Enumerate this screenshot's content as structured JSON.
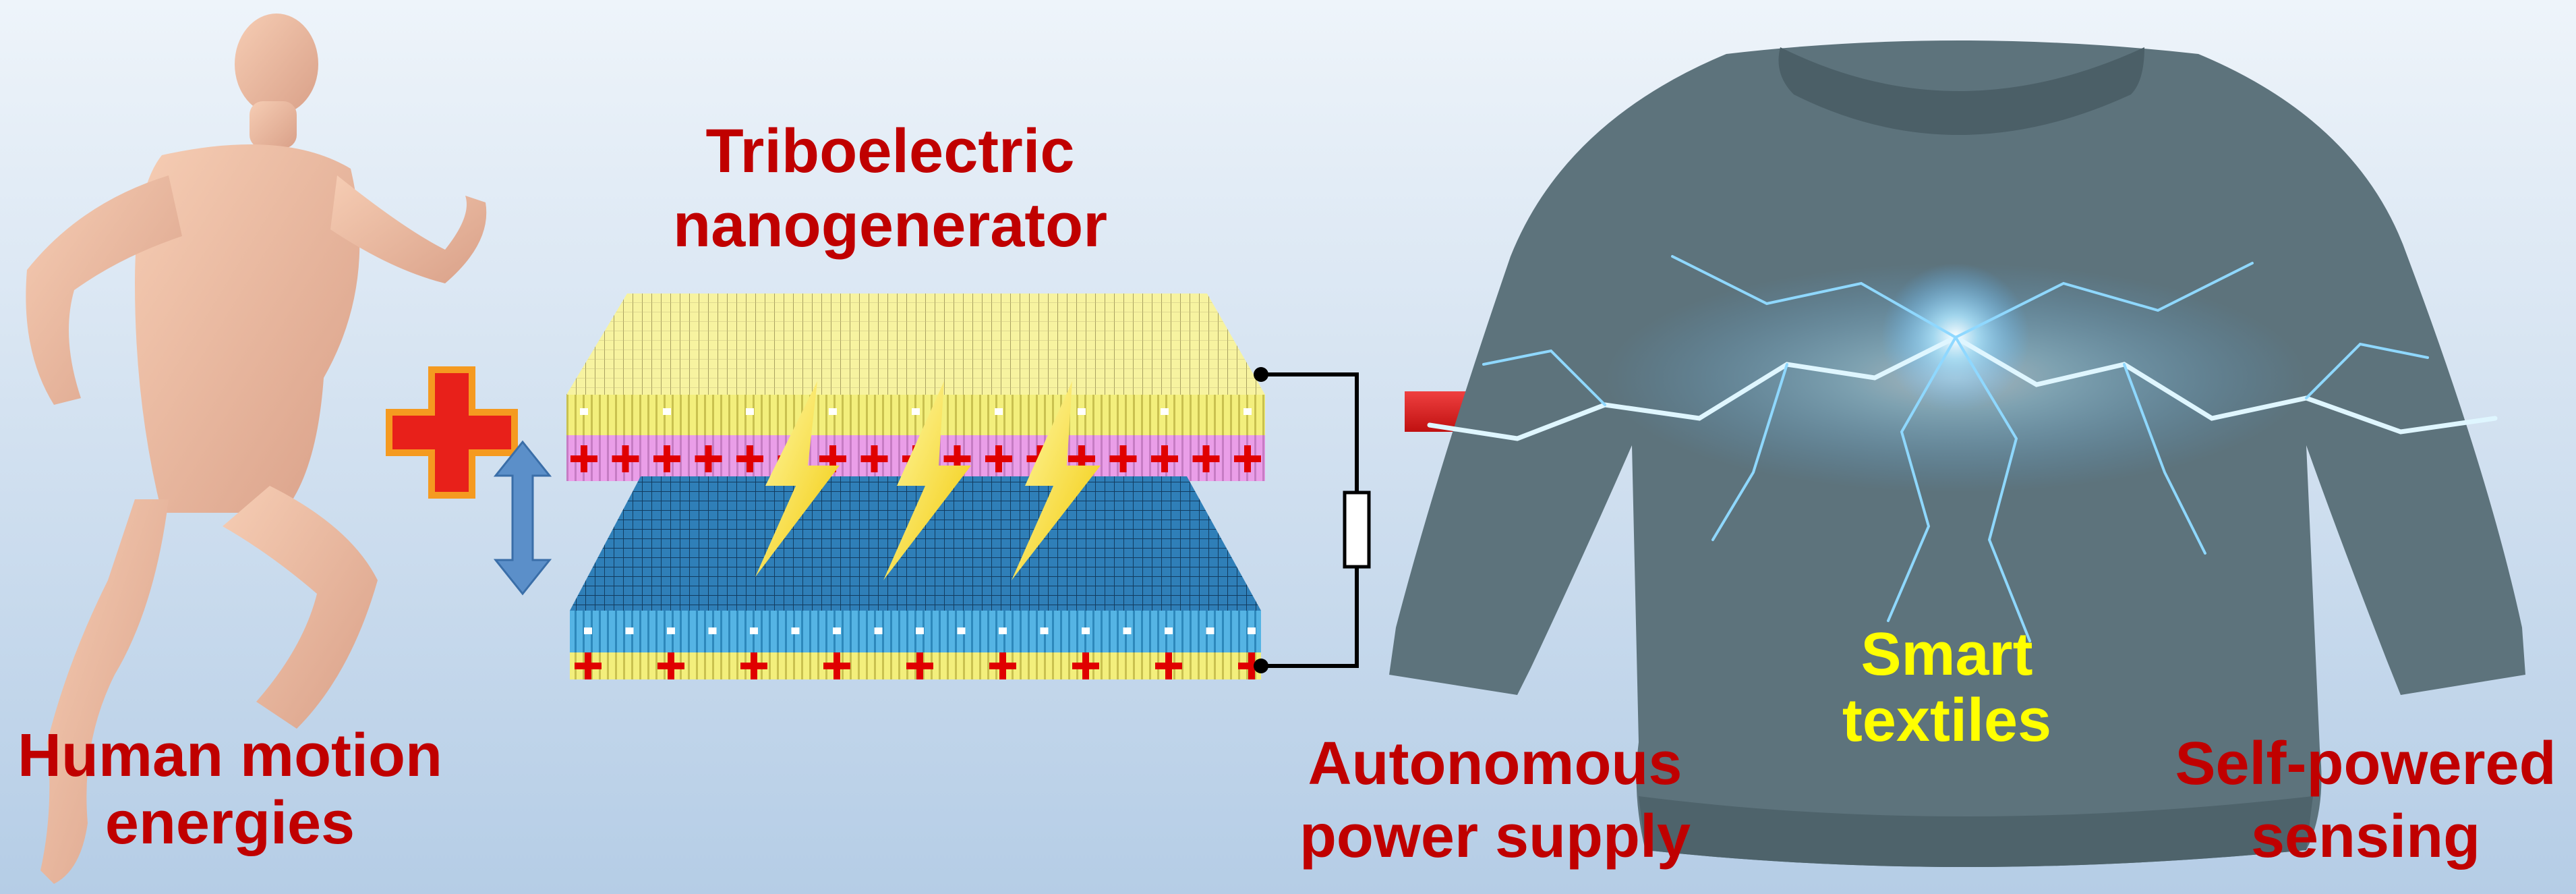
{
  "title": {
    "line1": "Triboelectric",
    "line2": "nanogenerator"
  },
  "labels": {
    "human": {
      "line1": "Human motion",
      "line2": "energies"
    },
    "power": {
      "line1": "Autonomous",
      "line2": "power supply"
    },
    "textiles": {
      "line1": "Smart",
      "line2": "textiles"
    },
    "sensing": {
      "line1": "Self-powered",
      "line2": "sensing"
    }
  },
  "colors": {
    "label_red": "#c00000",
    "textile_yellow": "#ffff00",
    "sweater": "#5d737c",
    "arrow_red": "#e01010"
  }
}
